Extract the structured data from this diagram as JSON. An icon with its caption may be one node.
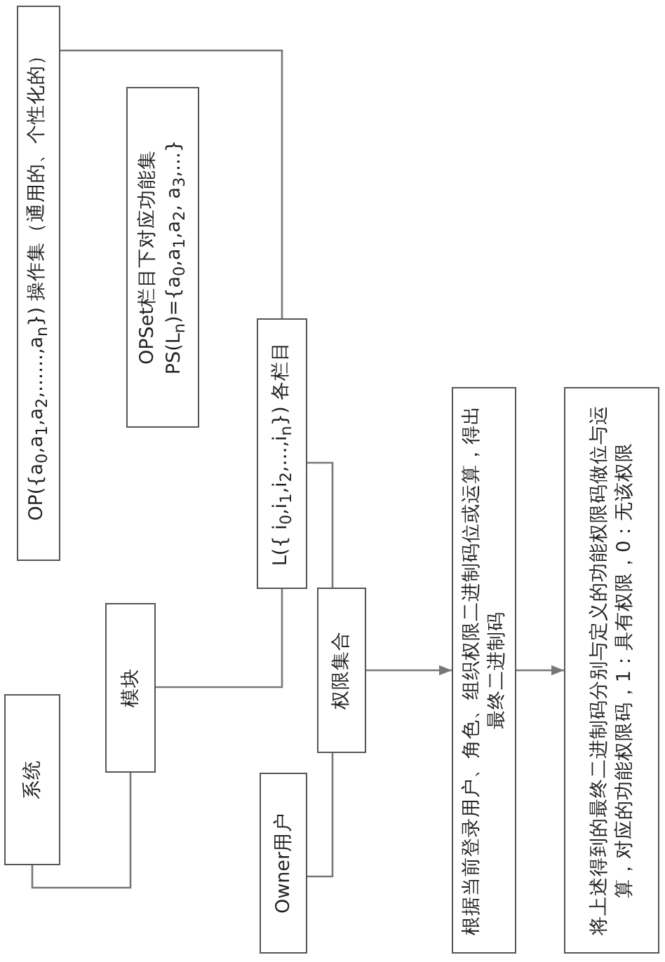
{
  "diagram": {
    "nodes": [
      {
        "text": [
          "OP({a$_{0}$,a$_{1}$,a$_{2}$,……,a$_{n}$}) 操作集（通用的、个性化的）"
        ]
      },
      {
        "text": [
          "OPSet栏目下对应功能集",
          "PS(L$_{n}$)={a$_{0}$,a$_{1}$,a$_{2}$, a$_{3}$,…}"
        ]
      },
      {
        "text": [
          "L({ i$_{0}$,i$_{1}$,i$_{2}$,…,i$_{n}$}) 各栏目"
        ]
      },
      {
        "text": [
          "系统"
        ]
      },
      {
        "text": [
          "模块"
        ]
      },
      {
        "text": [
          "权限集合"
        ]
      },
      {
        "text": [
          "Owner用户"
        ]
      },
      {
        "text": [
          "根据当前登录用户、角色、组织权限二进制码位或运算，得出最终二进制码"
        ]
      },
      {
        "text": [
          "将上述得到的最终二进制码分别与定义的功能权限码做位与运算，对应的功能权限码，1：具有权限，0：无该权限"
        ]
      }
    ],
    "edges": [
      {
        "from": 3,
        "to": 4,
        "arrow": "none"
      },
      {
        "from": 4,
        "to": 2,
        "arrow": "none"
      },
      {
        "from": 0,
        "to": 2,
        "arrow": "none"
      },
      {
        "from": 2,
        "to": 5,
        "arrow": "none"
      },
      {
        "from": 6,
        "to": 5,
        "arrow": "none"
      },
      {
        "from": 5,
        "to": 7,
        "arrow": "to"
      },
      {
        "from": 7,
        "to": 8,
        "arrow": "to"
      }
    ]
  }
}
